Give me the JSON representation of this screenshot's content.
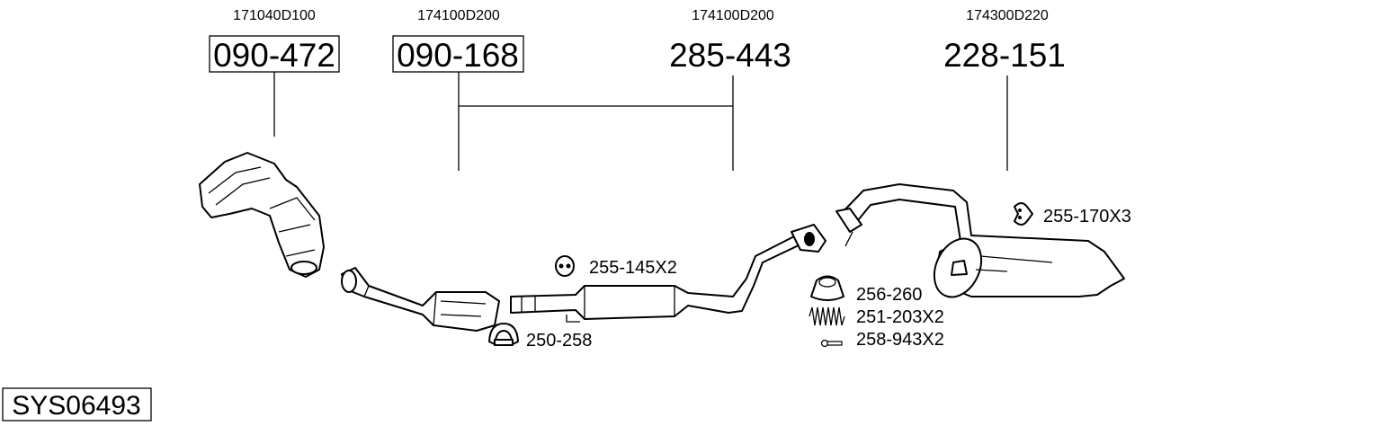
{
  "references": [
    {
      "oem": "171040D100",
      "part": "090-472",
      "boxed": true
    },
    {
      "oem": "174100D200",
      "part": "090-168",
      "boxed": true
    },
    {
      "oem": "174100D200",
      "part": "285-443",
      "boxed": false
    },
    {
      "oem": "174300D220",
      "part": "228-151",
      "boxed": false
    }
  ],
  "accessories": [
    {
      "part": "255-145X2",
      "icon": "rubber-hanger-icon"
    },
    {
      "part": "250-258",
      "icon": "clamp-icon"
    },
    {
      "part": "256-260",
      "icon": "seal-ring-icon"
    },
    {
      "part": "251-203X2",
      "icon": "spring-icon"
    },
    {
      "part": "258-943X2",
      "icon": "bolt-icon"
    },
    {
      "part": "255-170X3",
      "icon": "rubber-hanger-icon"
    }
  ],
  "system_id": "SYS06493"
}
